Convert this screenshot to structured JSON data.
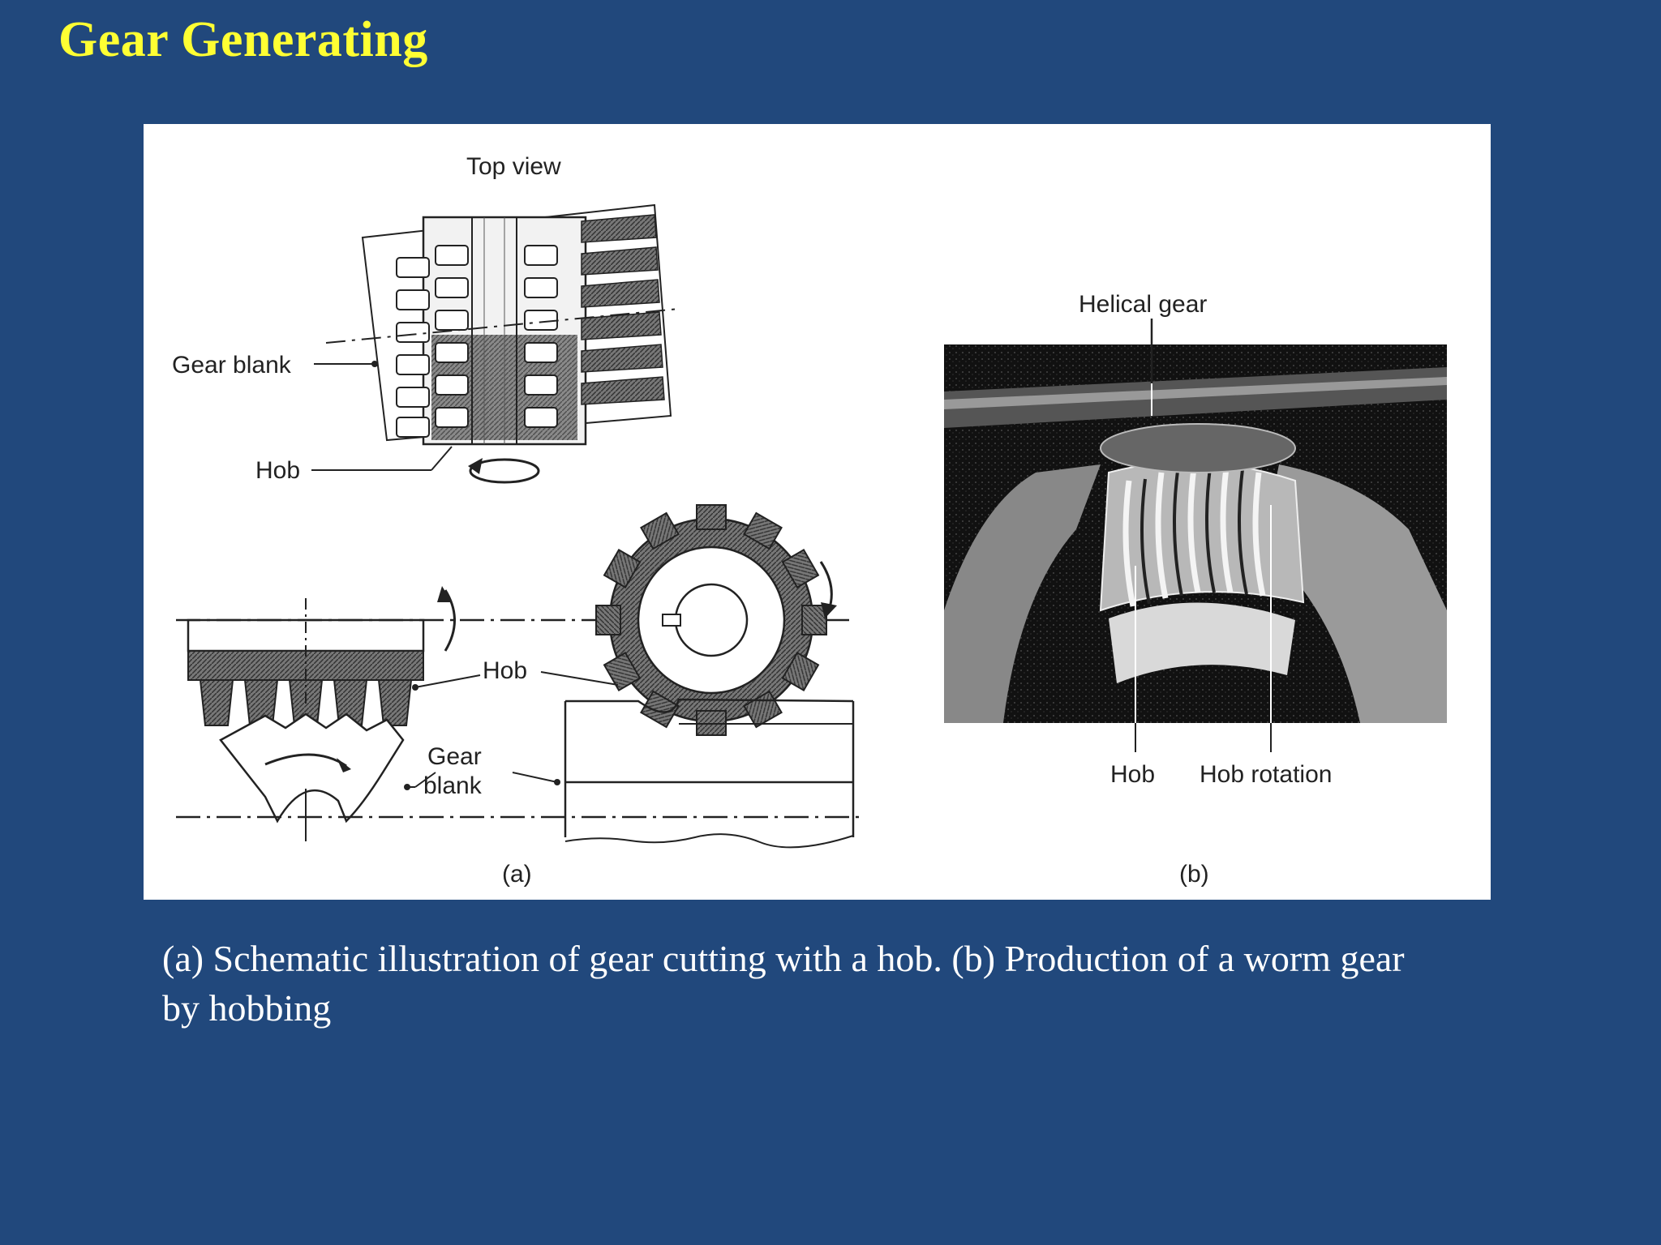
{
  "slide": {
    "title": "Gear Generating",
    "caption": "(a) Schematic illustration of gear cutting with a hob. (b) Production of a worm gear by hobbing"
  },
  "figure": {
    "labels": {
      "top_view": "Top view",
      "gear_blank_top": "Gear blank",
      "hob_top": "Hob",
      "hob_side": "Hob",
      "gear_blank_side_1": "Gear",
      "gear_blank_side_2": "blank",
      "panel_a": "(a)",
      "helical_gear": "Helical gear",
      "hob_photo": "Hob",
      "hob_rotation": "Hob rotation",
      "panel_b": "(b)"
    }
  }
}
